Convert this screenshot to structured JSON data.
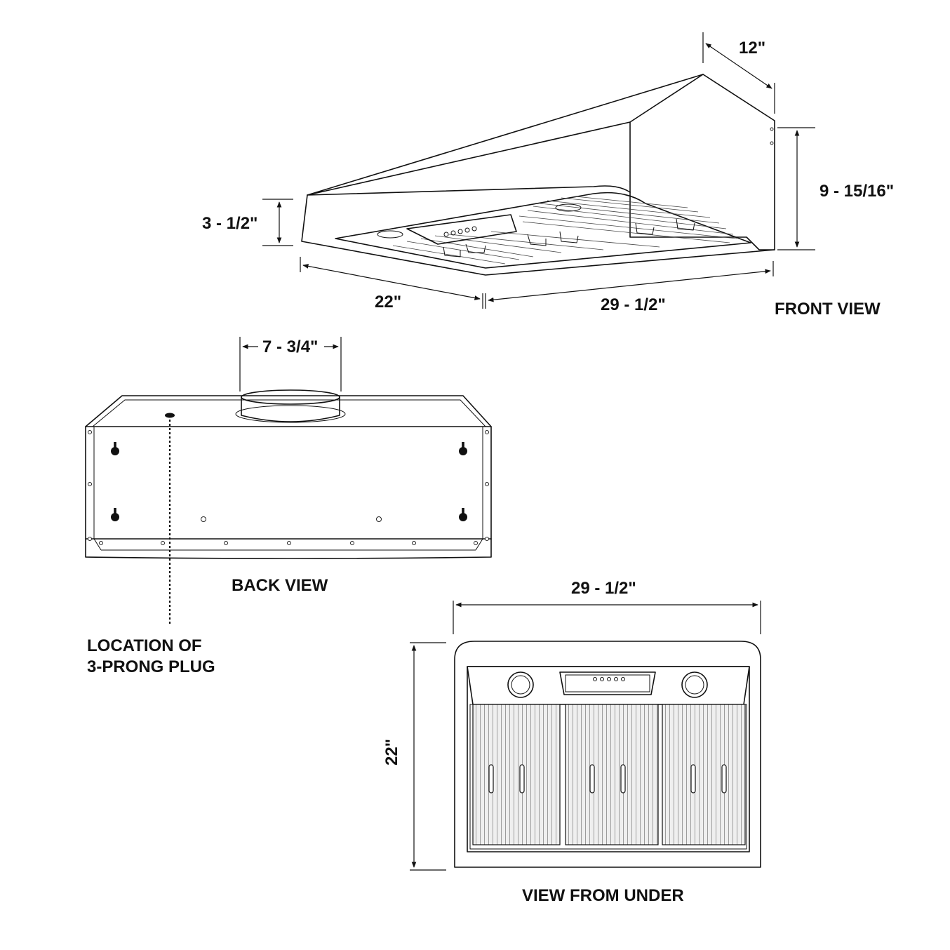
{
  "colors": {
    "ink": "#111111",
    "background": "#ffffff",
    "filter_fill": "#e6e6e6"
  },
  "views": {
    "front": {
      "title": "FRONT VIEW",
      "dims": {
        "depth_top": "12\"",
        "height": "9 - 15/16\"",
        "front_height": "3 - 1/2\"",
        "depth": "22\"",
        "width": "29 - 1/2\""
      }
    },
    "back": {
      "title": "BACK VIEW",
      "dims": {
        "duct": "7 - 3/4\""
      },
      "plug_note": [
        "LOCATION OF",
        "3-PRONG PLUG"
      ]
    },
    "under": {
      "title": "VIEW FROM UNDER",
      "dims": {
        "width": "29 - 1/2\"",
        "depth": "22\""
      }
    }
  }
}
